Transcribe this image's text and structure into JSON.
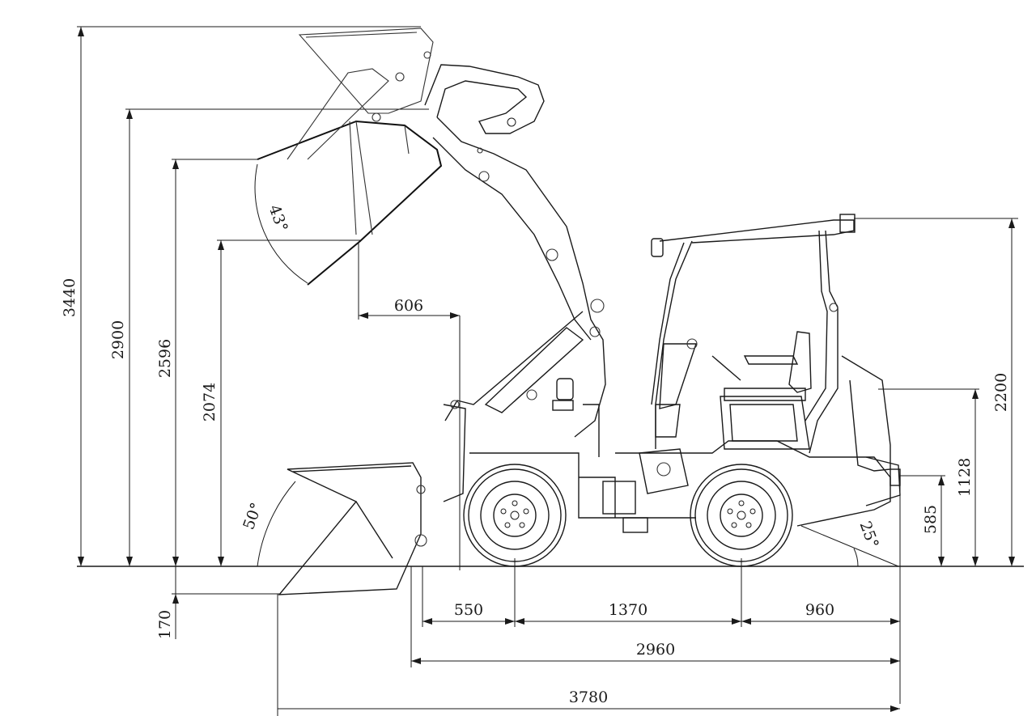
{
  "dimensions": {
    "overall_height": "3440",
    "hinge_pin_height": "2900",
    "dump_clearance": "2596",
    "dump_height": "2074",
    "dig_depth": "170",
    "dump_reach": "606",
    "front_overhang": "550",
    "wheelbase": "1370",
    "rear_overhang": "960",
    "body_length": "2960",
    "overall_length": "3780",
    "roof_height": "2200",
    "rear_height": "1128",
    "ground_clearance_rear": "585"
  },
  "angles": {
    "dump_angle": "43°",
    "rollback_angle": "50°",
    "departure_angle": "25°"
  }
}
